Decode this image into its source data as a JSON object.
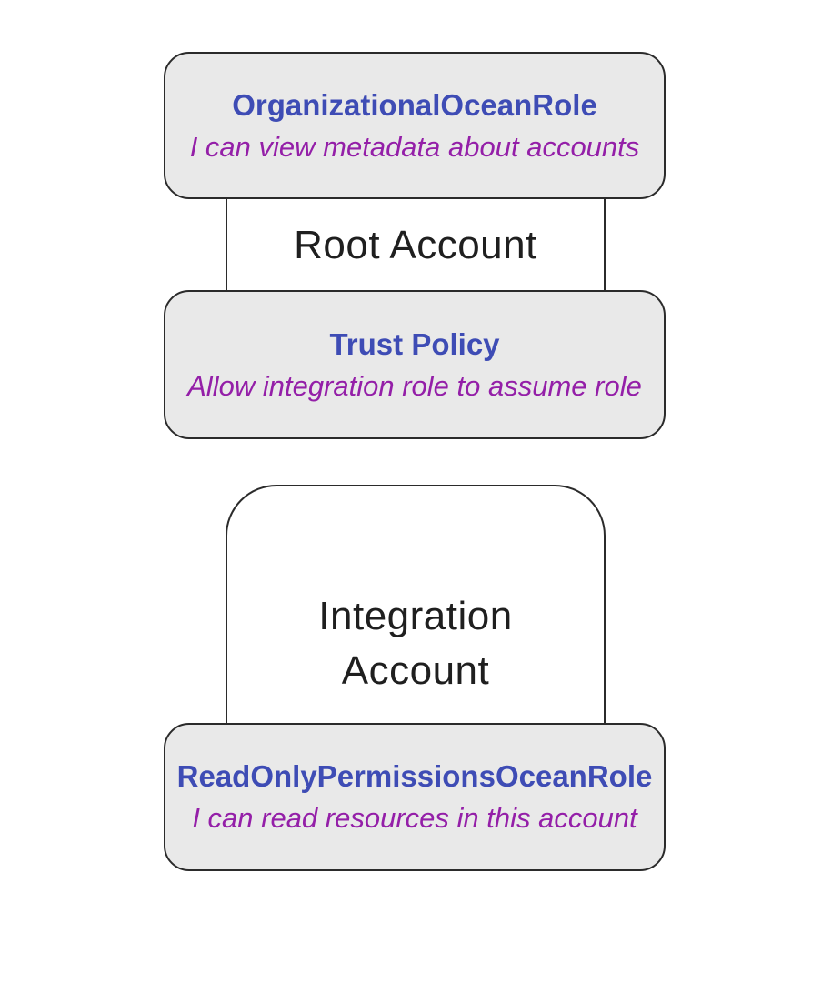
{
  "diagram": {
    "type": "flowchart",
    "groups": [
      {
        "id": "root-account",
        "label": "Root Account",
        "nodes": [
          {
            "title": "OrganizationalOceanRole",
            "subtitle": "I can view metadata about accounts"
          },
          {
            "title": "Trust Policy",
            "subtitle": "Allow integration role to assume role"
          }
        ]
      },
      {
        "id": "integration-account",
        "label": "Integration Account",
        "nodes": [
          {
            "title": "ReadOnlyPermissionsOceanRole",
            "subtitle": "I can read resources in this account"
          }
        ]
      }
    ],
    "colors": {
      "background": "#ffffff",
      "node_fill": "#e9e9e9",
      "node_border": "#2b2b2b",
      "group_border": "#2b2b2b",
      "title_text": "#3e4cb5",
      "subtitle_text": "#941fa8",
      "label_text": "#1f1f1f"
    }
  }
}
